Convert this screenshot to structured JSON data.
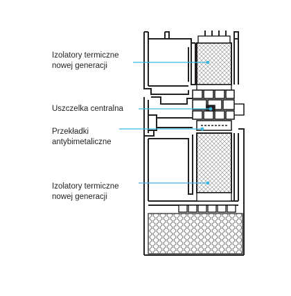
{
  "diagram": {
    "callouts": [
      {
        "line1": "Izolatory termiczne",
        "line2": "nowej generacji"
      },
      {
        "line1": "Uszczelka centralna"
      },
      {
        "line1": "Przekładki",
        "line2": "antybimetaliczne"
      },
      {
        "line1": "Izolatory termiczne",
        "line2": "nowej generacji"
      }
    ],
    "colors": {
      "profile": "#231f20",
      "leader": "#3ab6e0",
      "hatch": "#8a8a8a",
      "background": "#ffffff"
    }
  }
}
